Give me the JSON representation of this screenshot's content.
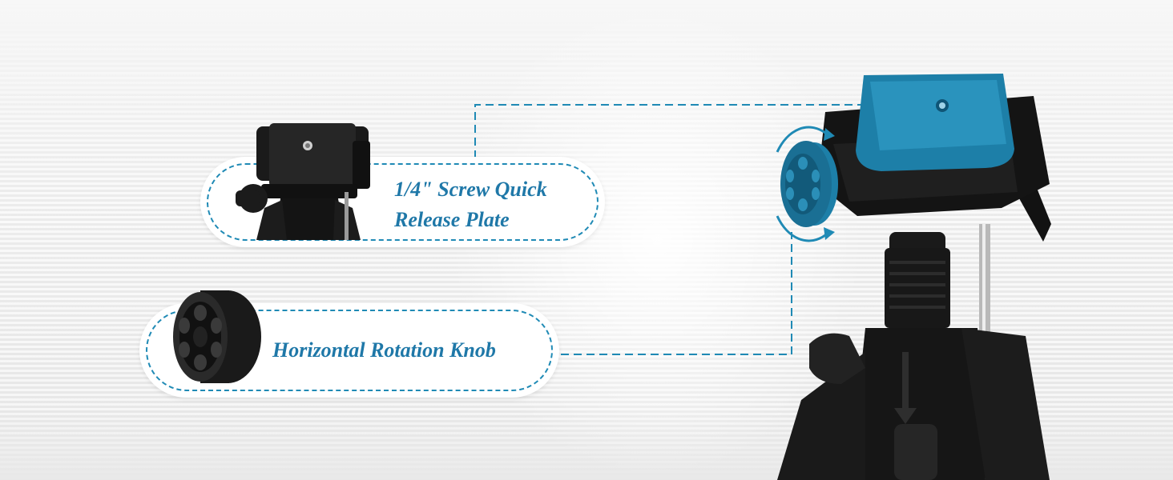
{
  "callouts": {
    "plate": {
      "line1": "1/4\" Screw Quick",
      "line2": "Release Plate"
    },
    "knob": {
      "label": "Horizontal Rotation Knob"
    }
  },
  "colors": {
    "accent": "#1f8ab5",
    "label_text": "#1f78a8",
    "plate_blue": "#1d7fa8",
    "body_black": "#141414"
  },
  "icons": {
    "rotation": "circular-rotation-arrows-icon"
  }
}
